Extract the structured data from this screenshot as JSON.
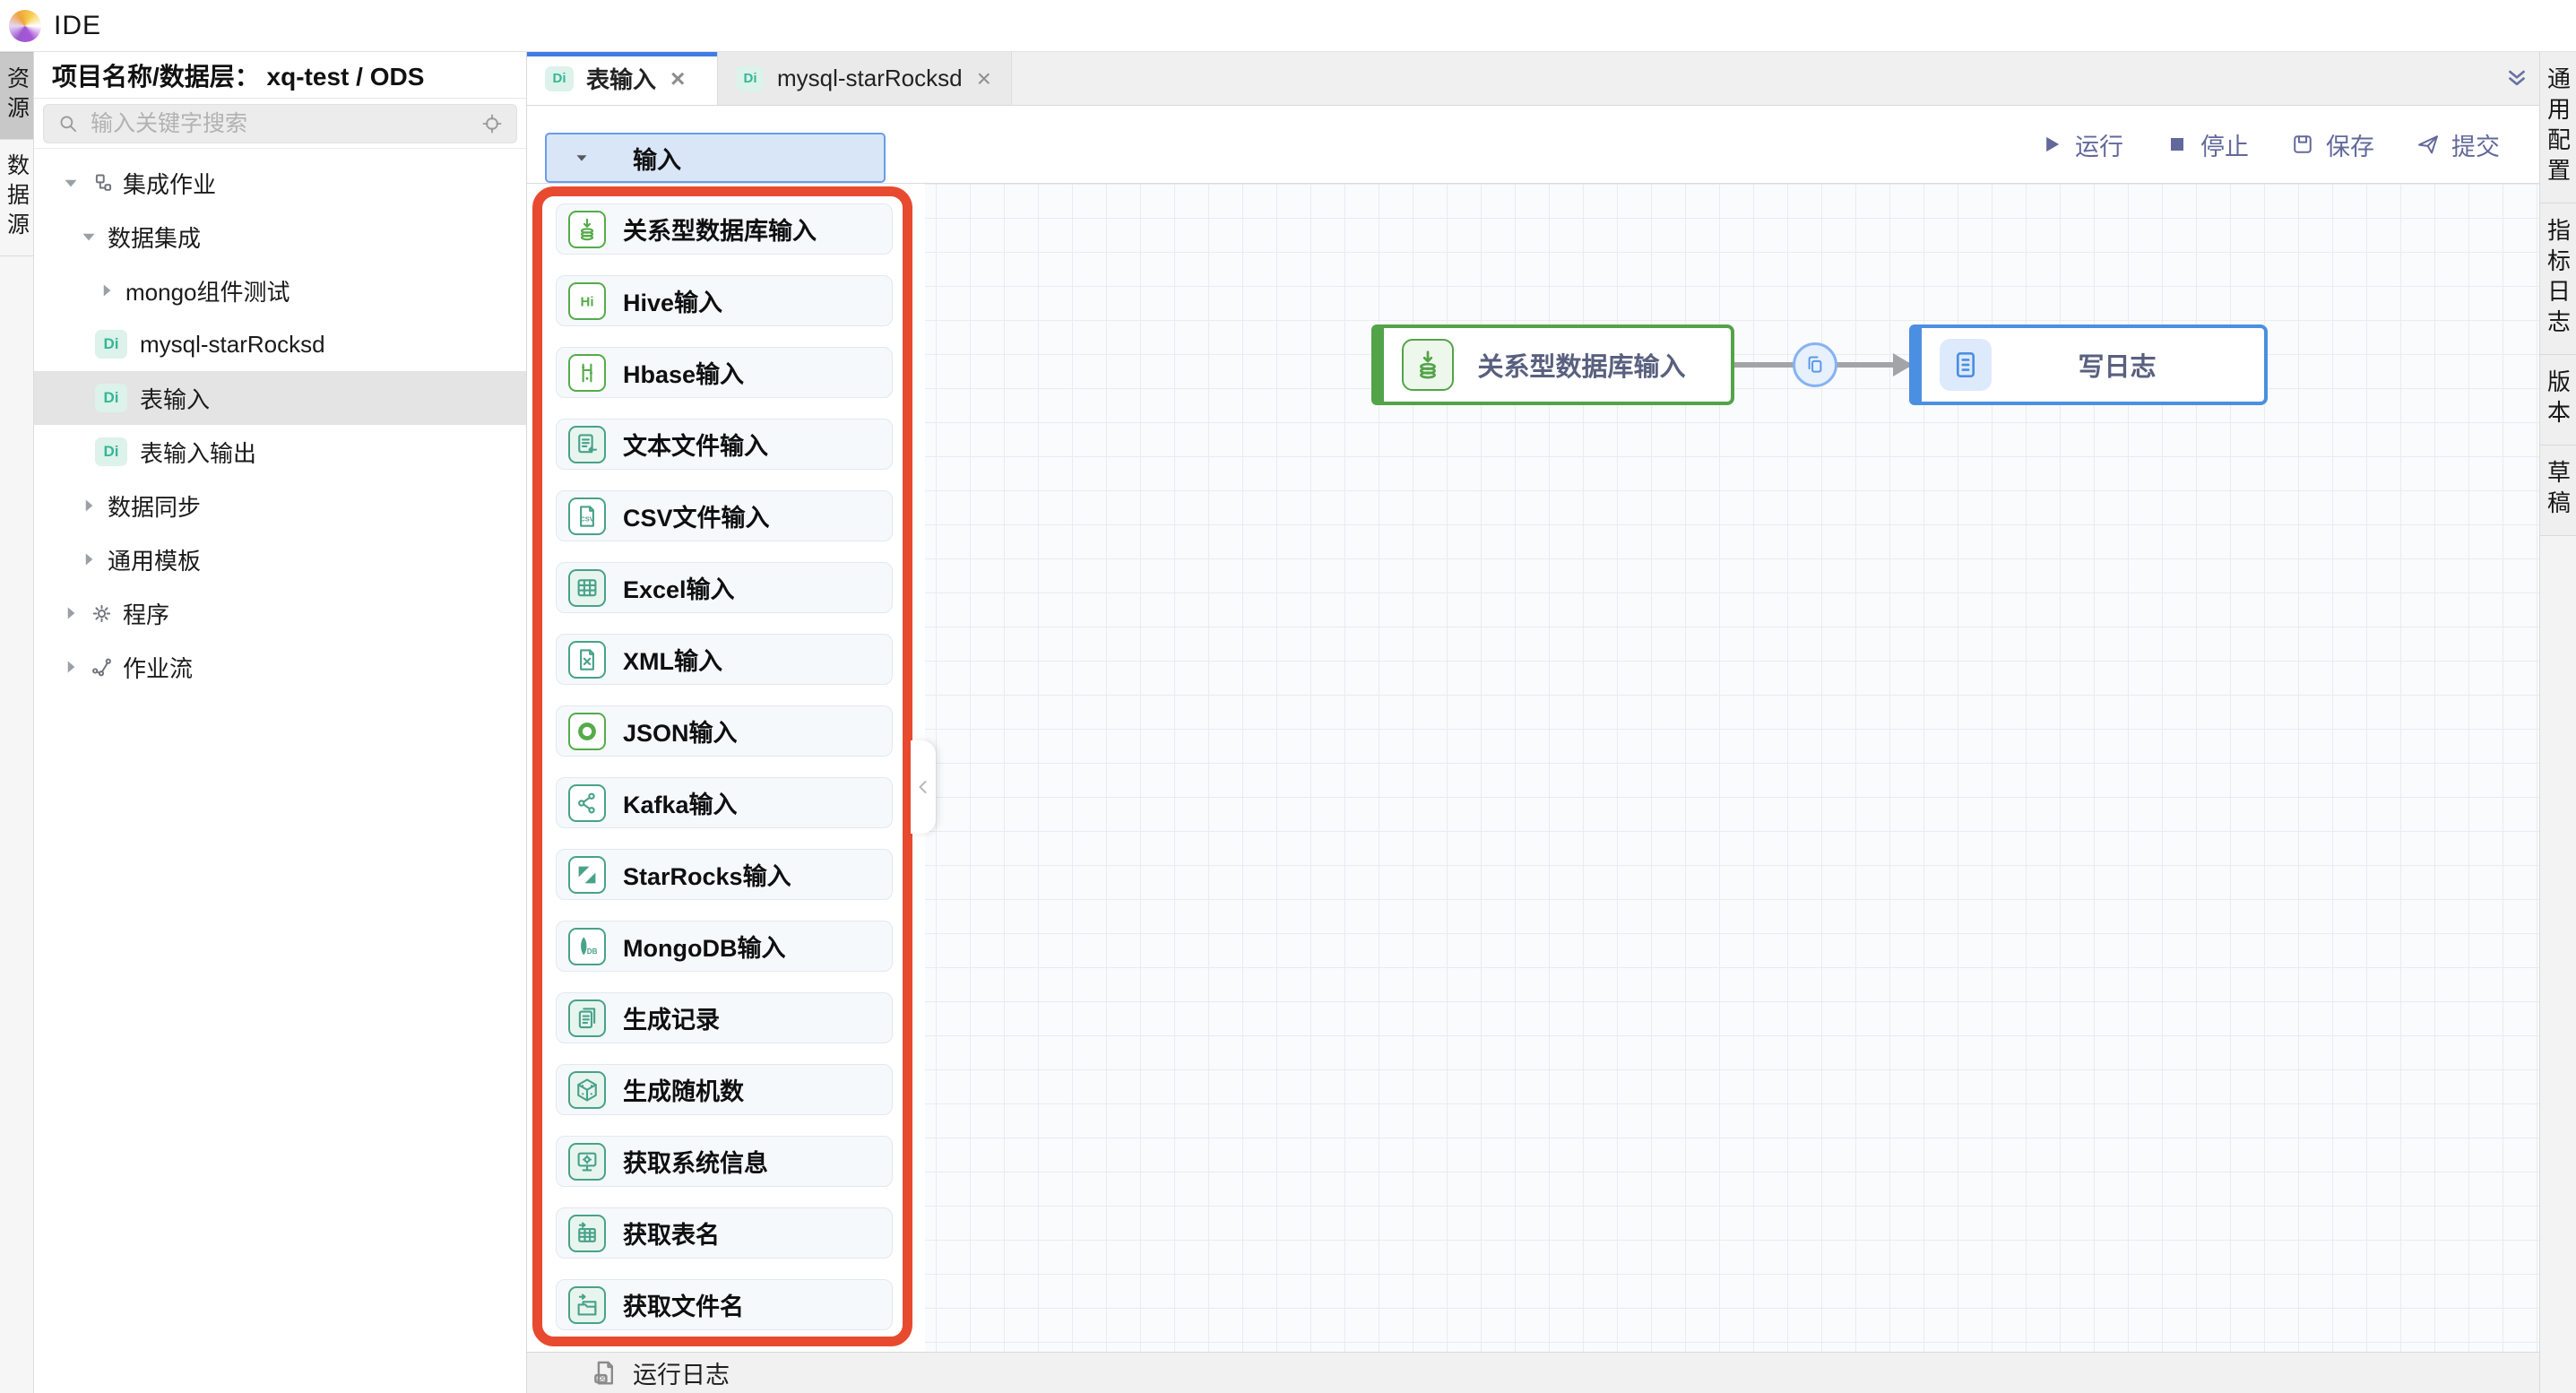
{
  "app": {
    "title": "IDE",
    "logo": "app-logo-swirl"
  },
  "colors": {
    "accent_blue": "#3e7ee4",
    "node_green": "#53a348",
    "node_blue": "#4b8fe2",
    "palette_green": "#55ab4a",
    "palette_teal": "#48a288",
    "highlight_red": "#e84a2f",
    "badge_bg": "#dcf2ea",
    "badge_text": "#35b795",
    "toolbar_text": "#62689a"
  },
  "activity_bar": {
    "items": [
      {
        "label": "资源",
        "active": true
      },
      {
        "label": "数据源",
        "active": false
      }
    ]
  },
  "sidebar": {
    "header": "项目名称/数据层： xq-test / ODS",
    "search": {
      "placeholder": "输入关键字搜索",
      "icon": "search-icon",
      "locate_icon": "crosshair-icon"
    },
    "tree": [
      {
        "label": "集成作业",
        "level": 0,
        "caret": "down",
        "icon": "orgchart"
      },
      {
        "label": "数据集成",
        "level": 1,
        "caret": "down"
      },
      {
        "label": "mongo组件测试",
        "level": 2,
        "caret": "right"
      },
      {
        "label": "mysql-starRocksd",
        "level": 2,
        "badge": "Di"
      },
      {
        "label": "表输入",
        "level": 2,
        "badge": "Di",
        "selected": true
      },
      {
        "label": "表输入输出",
        "level": 2,
        "badge": "Di"
      },
      {
        "label": "数据同步",
        "level": 1,
        "caret": "right"
      },
      {
        "label": "通用模板",
        "level": 1,
        "caret": "right"
      },
      {
        "label": "程序",
        "level": 0,
        "caret": "right",
        "icon": "gear"
      },
      {
        "label": "作业流",
        "level": 0,
        "caret": "right",
        "icon": "workflow"
      }
    ]
  },
  "tabstrip": {
    "tabs": [
      {
        "badge": "Di",
        "label": "表输入",
        "active": true
      },
      {
        "badge": "Di",
        "label": "mysql-starRocksd",
        "active": false
      }
    ],
    "close_glyph": "×",
    "collapse_icon": "double-chevron-down-icon"
  },
  "toolbar": {
    "buttons": [
      {
        "label": "运行",
        "icon": "play"
      },
      {
        "label": "停止",
        "icon": "stop"
      },
      {
        "label": "保存",
        "icon": "save"
      },
      {
        "label": "提交",
        "icon": "submit"
      }
    ]
  },
  "palette": {
    "group_label": "输入",
    "items": [
      {
        "label": "关系型数据库输入",
        "icon": "db-input",
        "tone": "green",
        "icon_bg": "white"
      },
      {
        "label": "Hive输入",
        "icon": "hive",
        "tone": "green",
        "icon_bg": "white"
      },
      {
        "label": "Hbase输入",
        "icon": "hbase",
        "tone": "green",
        "icon_bg": "white"
      },
      {
        "label": "文本文件输入",
        "icon": "text-file",
        "tone": "teal",
        "icon_bg": "mint"
      },
      {
        "label": "CSV文件输入",
        "icon": "csv",
        "tone": "teal",
        "icon_bg": "white"
      },
      {
        "label": "Excel输入",
        "icon": "excel",
        "tone": "teal",
        "icon_bg": "mint"
      },
      {
        "label": "XML输入",
        "icon": "xml",
        "tone": "teal",
        "icon_bg": "white"
      },
      {
        "label": "JSON输入",
        "icon": "json",
        "tone": "green",
        "icon_bg": "white"
      },
      {
        "label": "Kafka输入",
        "icon": "kafka",
        "tone": "teal",
        "icon_bg": "white"
      },
      {
        "label": "StarRocks输入",
        "icon": "starrocks",
        "tone": "teal",
        "icon_bg": "white"
      },
      {
        "label": "MongoDB输入",
        "icon": "mongodb",
        "tone": "teal",
        "icon_bg": "white"
      },
      {
        "label": "生成记录",
        "icon": "records",
        "tone": "teal",
        "icon_bg": "mint"
      },
      {
        "label": "生成随机数",
        "icon": "random",
        "tone": "teal",
        "icon_bg": "mint"
      },
      {
        "label": "获取系统信息",
        "icon": "sysinfo",
        "tone": "teal",
        "icon_bg": "mint"
      },
      {
        "label": "获取表名",
        "icon": "table-name",
        "tone": "teal",
        "icon_bg": "mint"
      },
      {
        "label": "获取文件名",
        "icon": "file-name",
        "tone": "teal",
        "icon_bg": "mint"
      }
    ]
  },
  "canvas": {
    "nodes": [
      {
        "label": "关系型数据库输入",
        "color": "green",
        "icon": "db-input"
      },
      {
        "label": "写日志",
        "color": "blue",
        "icon": "write-log"
      }
    ],
    "connector": {
      "badge_icon": "copy-icon"
    },
    "zoom_controls": [
      "zoom-in-icon",
      "zoom-out-icon"
    ],
    "panel_collapse_icon": "chevron-left-icon"
  },
  "right_panel": {
    "tabs": [
      "通用配置",
      "指标日志",
      "版本",
      "草稿"
    ]
  },
  "bottom_bar": {
    "label": "运行日志",
    "icon": "run-log-icon"
  }
}
